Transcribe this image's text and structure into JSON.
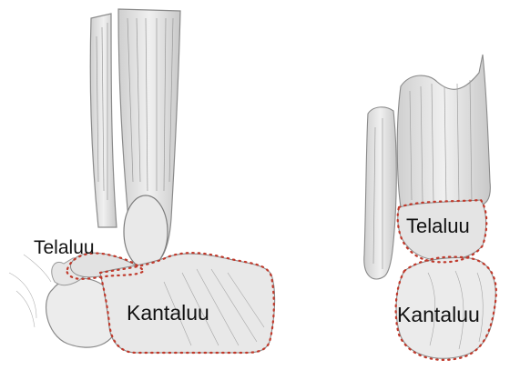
{
  "labels": {
    "left_talus": "Telaluu",
    "left_calcaneus": "Kantaluu",
    "right_talus": "Telaluu",
    "right_calcaneus": "Kantaluu"
  },
  "colors": {
    "outline": "#c0392b",
    "bone_fill": "#e4e4e4",
    "sketch_stroke": "#7a7a7a"
  }
}
